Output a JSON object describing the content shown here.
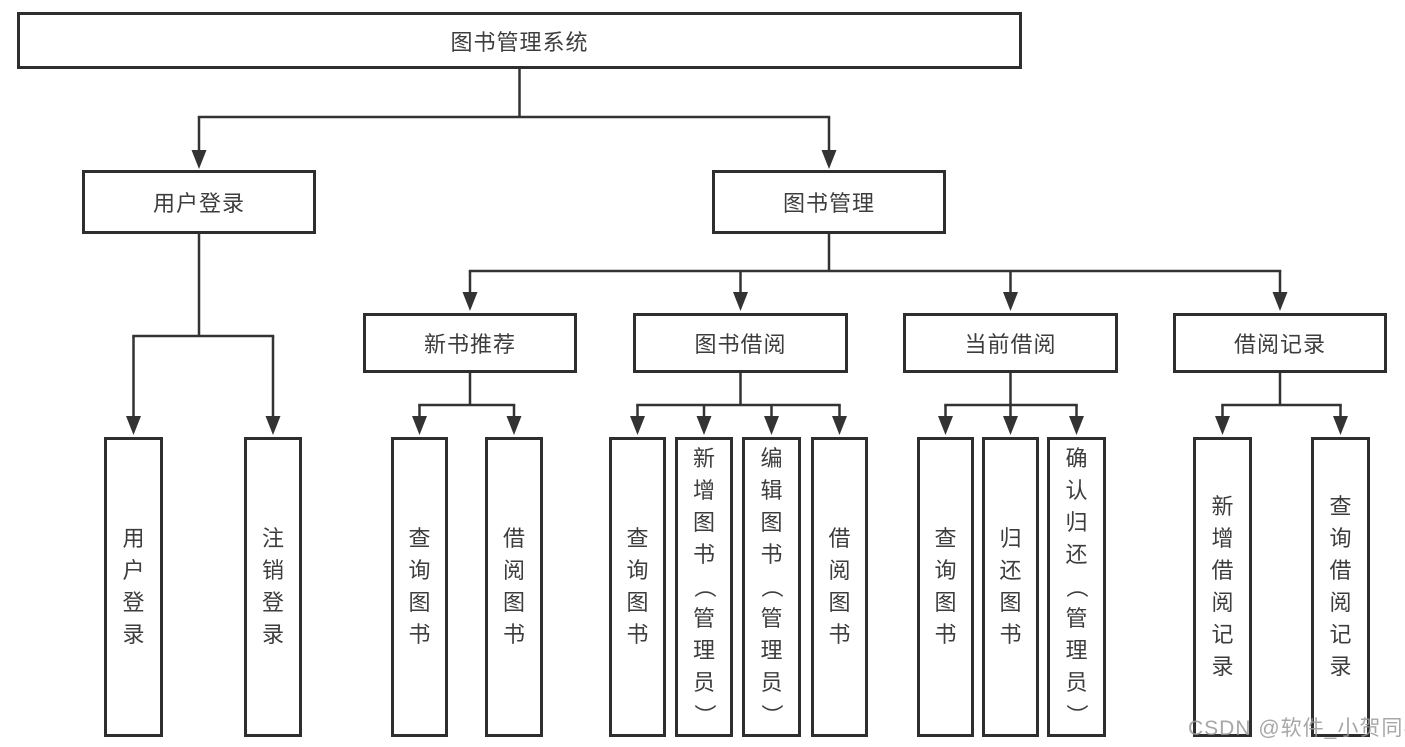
{
  "diagram": {
    "title_node": "图书管理系统",
    "level2": [
      {
        "label": "用户登录"
      },
      {
        "label": "图书管理"
      }
    ],
    "level3": [
      {
        "label": "新书推荐"
      },
      {
        "label": "图书借阅"
      },
      {
        "label": "当前借阅"
      },
      {
        "label": "借阅记录"
      }
    ],
    "leaves": {
      "user_login": [
        "用户登录",
        "注销登录"
      ],
      "new_book": [
        "查询图书",
        "借阅图书"
      ],
      "book_borrow": [
        "查询图书",
        "新增图书（管理员）",
        "编辑图书（管理员）",
        "借阅图书"
      ],
      "current_borrow": [
        "查询图书",
        "归还图书",
        "确认归还（管理员）"
      ],
      "borrow_record": [
        "新增借阅记录",
        "查询借阅记录"
      ]
    }
  },
  "watermark": "CSDN @软件_小贺同学",
  "colors": {
    "line": "#333333",
    "border": "#2e2e2e",
    "text": "#3d3d3d",
    "watermark": "#989898",
    "background": "#ffffff"
  }
}
